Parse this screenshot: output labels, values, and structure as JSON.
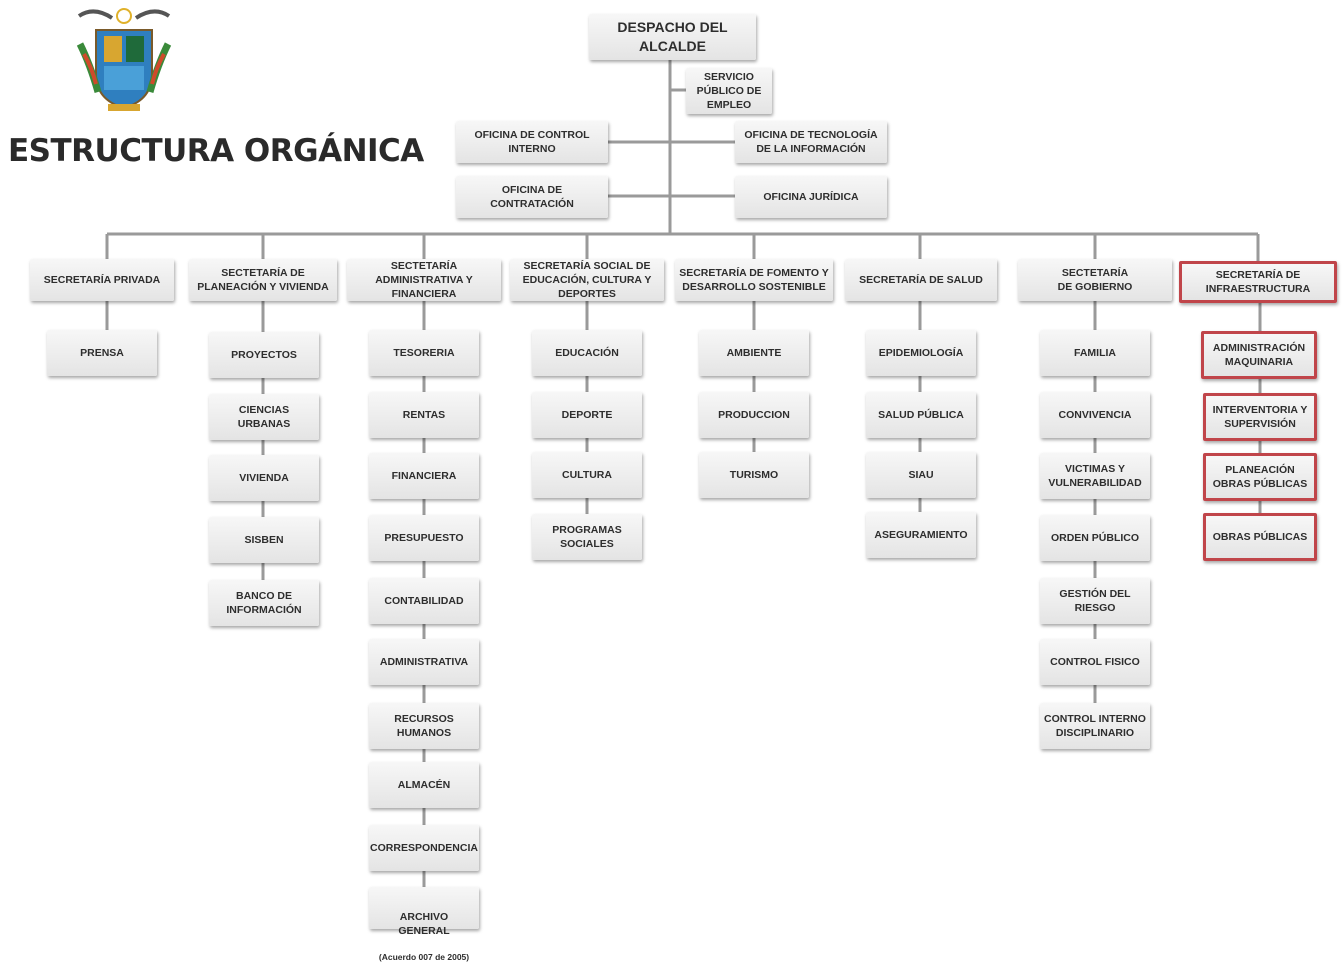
{
  "title": "ESTRUCTURA ORGÁNICA",
  "colors": {
    "highlight": "#c0454a",
    "connector": "#9a9a9a",
    "box_text": "#2e2e2e"
  },
  "logo": {
    "icon": "municipal-coat-of-arms"
  },
  "top": {
    "mayor": "DESPACHO DEL\nALCALDE",
    "employment": "SERVICIO\nPÚBLICO DE\nEMPLEO",
    "control": "OFICINA DE CONTROL\nINTERNO",
    "technology": "OFICINA DE TECNOLOGÍA\nDE LA INFORMACIÓN",
    "contracting": "OFICINA DE\nCONTRATACIÓN",
    "legal": "OFICINA JURÍDICA"
  },
  "secretariats": [
    {
      "name": "SECRETARÍA PRIVADA",
      "units": [
        "PRENSA"
      ]
    },
    {
      "name": "SECTETARÍA DE\nPLANEACIÓN Y VIVIENDA",
      "units": [
        "PROYECTOS",
        "CIENCIAS\nURBANAS",
        "VIVIENDA",
        "SISBEN",
        "BANCO DE\nINFORMACIÓN"
      ]
    },
    {
      "name": "SECTETARÍA\nADMINISTRATIVA Y\nFINANCIERA",
      "units": [
        "TESORERIA",
        "RENTAS",
        "FINANCIERA",
        "PRESUPUESTO",
        "CONTABILIDAD",
        "ADMINISTRATIVA",
        "RECURSOS\nHUMANOS",
        "ALMACÉN",
        "CORRESPONDENCIA"
      ],
      "archive": {
        "name": "ARCHIVO  GENERAL",
        "note": "(Acuerdo 007 de 2005)"
      }
    },
    {
      "name": "SECRETARÍA SOCIAL DE\nEDUCACIÓN, CULTURA Y\nDEPORTES",
      "units": [
        "EDUCACIÓN",
        "DEPORTE",
        "CULTURA",
        "PROGRAMAS\nSOCIALES"
      ]
    },
    {
      "name": "SECRETARÍA DE FOMENTO Y\nDESARROLLO SOSTENIBLE",
      "units": [
        "AMBIENTE",
        "PRODUCCION",
        "TURISMO"
      ]
    },
    {
      "name": "SECRETARÍA DE SALUD",
      "units": [
        "EPIDEMIOLOGÍA",
        "SALUD PÚBLICA",
        "SIAU",
        "ASEGURAMIENTO"
      ]
    },
    {
      "name": "SECTETARÍA\nDE GOBIERNO",
      "units": [
        "FAMILIA",
        "CONVIVENCIA",
        "VICTIMAS Y\nVULNERABILIDAD",
        "ORDEN PÚBLICO",
        "GESTIÓN DEL\nRIESGO",
        "CONTROL FISICO",
        "CONTROL INTERNO\nDISCIPLINARIO"
      ]
    },
    {
      "name": "SECRETARÍA DE\nINFRAESTRUCTURA",
      "highlighted": true,
      "units": [
        "ADMINISTRACIÓN\nMAQUINARIA",
        "INTERVENTORIA Y\nSUPERVISIÓN",
        "PLANEACIÓN\nOBRAS PÚBLICAS",
        "OBRAS PÚBLICAS"
      ]
    }
  ]
}
